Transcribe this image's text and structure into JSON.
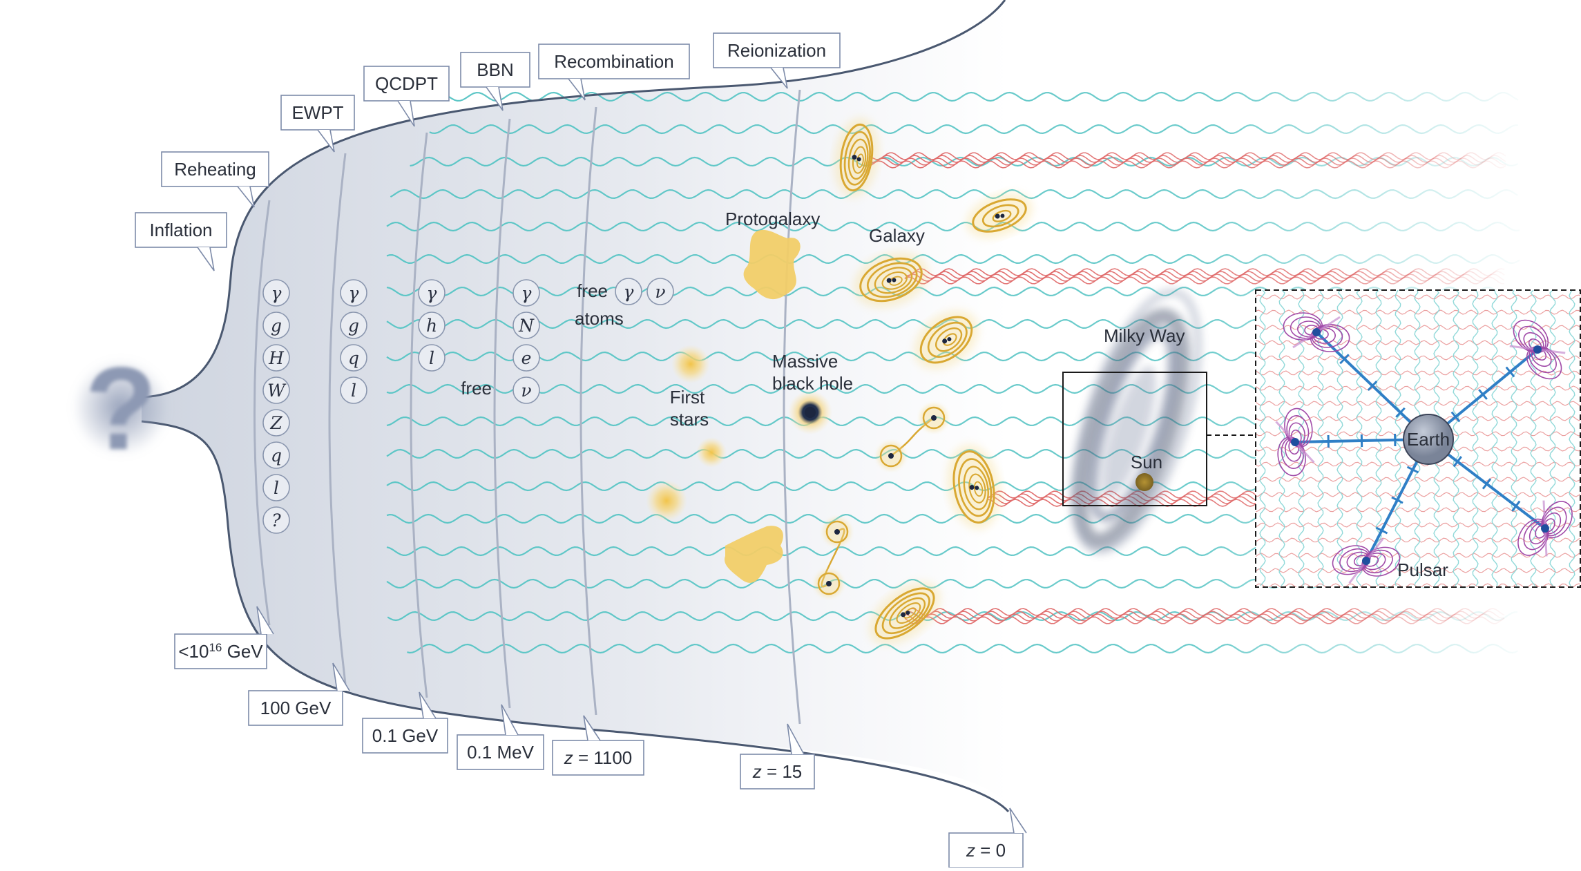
{
  "epochs": [
    {
      "name": "Inflation",
      "energy": "<10",
      "energy_sup": "16",
      "energy_unit": " GeV"
    },
    {
      "name": "Reheating"
    },
    {
      "name": "EWPT",
      "energy": "100 GeV"
    },
    {
      "name": "QCDPT",
      "energy": "0.1 GeV"
    },
    {
      "name": "BBN",
      "energy": "0.1 MeV"
    },
    {
      "name": "Recombination",
      "redshift": "z",
      "redshift_val": " = 1100"
    },
    {
      "name": "Reionization",
      "redshift": "z",
      "redshift_val": " = 15"
    }
  ],
  "today": {
    "redshift": "z",
    "redshift_val": " = 0"
  },
  "origin_symbol": "?",
  "particles": {
    "col1": [
      "γ",
      "g",
      "H",
      "W",
      "Z",
      "q",
      "l",
      "?"
    ],
    "col2": [
      "γ",
      "g",
      "q",
      "l"
    ],
    "col3": [
      "γ",
      "h",
      "l"
    ],
    "col4": [
      "γ",
      "N",
      "e",
      "ν"
    ],
    "col4_prefix": "free",
    "col5": [
      "γ",
      "ν"
    ],
    "col5_prefix": "free",
    "col5_sub": "atoms"
  },
  "objects": {
    "first_stars_l1": "First",
    "first_stars_l2": "stars",
    "protogalaxy": "Protogalaxy",
    "mbh_l1": "Massive",
    "mbh_l2": "black hole",
    "galaxy": "Galaxy",
    "milky_way": "Milky Way",
    "sun": "Sun",
    "earth": "Earth",
    "pulsar": "Pulsar"
  },
  "colors": {
    "universe_fill": "#dde1ea",
    "boundary": "#4a5870",
    "wave_teal": "#5cc6c6",
    "wave_red": "#e06a6a",
    "galaxy_gold": "#d9a832",
    "pulsar_purple": "#a04aa8",
    "pta_blue": "#2f7fc6"
  }
}
